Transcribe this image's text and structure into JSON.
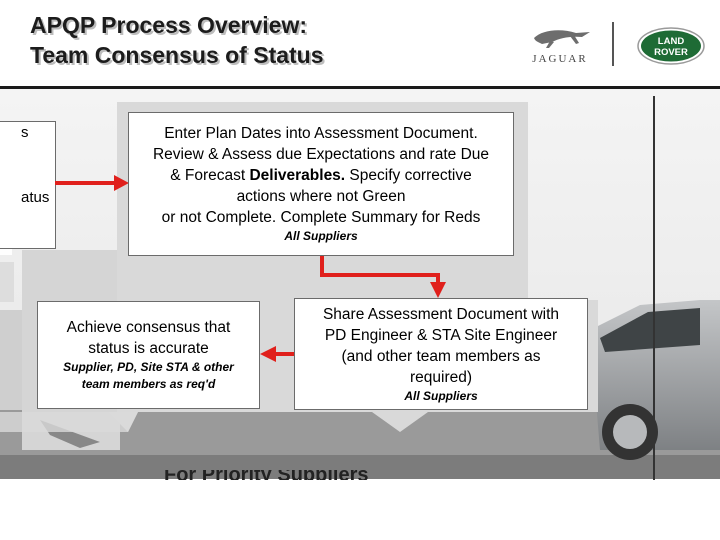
{
  "header": {
    "title_line1": "APQP Process Overview:",
    "title_line2": "Team Consensus of Status",
    "jaguar_logo_text": "JAGUAR",
    "land_rover_logo_line1": "LAND",
    "land_rover_logo_line2": "ROVER"
  },
  "left_fragments": {
    "frag1": "s",
    "frag2": "atus"
  },
  "boxes": {
    "plan": {
      "line1": "Enter Plan Dates into Assessment Document.",
      "line2": "Review & Assess due Expectations and rate Due",
      "line3_pre": "& Forecast ",
      "line3_bold": "Deliverables.",
      "line3_post": " Specify corrective",
      "line4": "actions where not Green",
      "line5": "or not Complete. Complete Summary for Reds",
      "note": "All Suppliers"
    },
    "share": {
      "line1": "Share Assessment Document with",
      "line2": "PD Engineer & STA Site Engineer",
      "line3": "(and other team members as",
      "line4": "required)",
      "note": "All Suppliers"
    },
    "consensus": {
      "line1": "Achieve consensus that",
      "line2": "status is accurate",
      "note1": "Supplier, PD, Site STA & other",
      "note2": "team members as req'd"
    }
  },
  "bottom_fragment": "For Priority Suppliers",
  "colors": {
    "arrow": "#e0201c",
    "land_rover_green": "#1e6b35",
    "flow_background": "#d9d9d9"
  }
}
